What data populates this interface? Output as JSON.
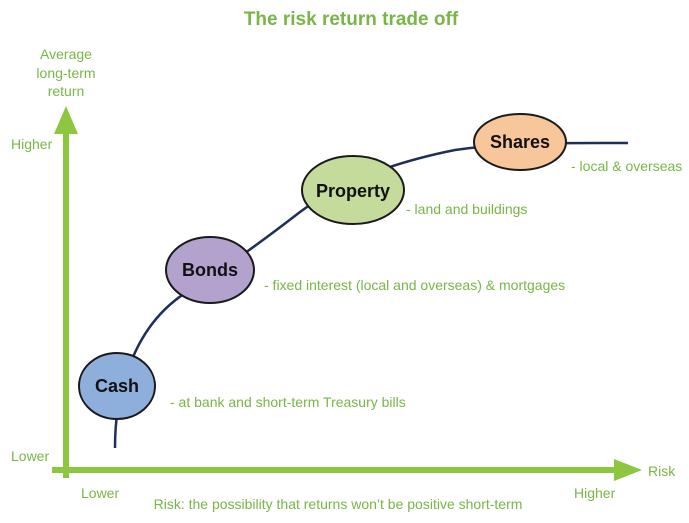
{
  "title": "The risk return trade off",
  "colors": {
    "accent_green": "#8DC63F",
    "text_green": "#7AB547",
    "curve": "#1F2F5A",
    "outline": "#1A1A1A",
    "cash_fill": "#8EAEDC",
    "bonds_fill": "#B3A2CE",
    "property_fill": "#C4DB9C",
    "shares_fill": "#F7C69A"
  },
  "y_axis": {
    "label_lines": [
      "Average",
      "long-term",
      "return"
    ],
    "higher": "Higher",
    "lower": "Lower"
  },
  "x_axis": {
    "label": "Risk",
    "lower": "Lower",
    "higher": "Higher",
    "caption": "Risk:  the possibility that returns won’t be positive short-term"
  },
  "nodes": [
    {
      "id": "cash",
      "label": "Cash",
      "description": "- at bank and short-term Treasury bills"
    },
    {
      "id": "bonds",
      "label": "Bonds",
      "description": "- fixed interest (local and overseas) & mortgages"
    },
    {
      "id": "property",
      "label": "Property",
      "description": "- land and buildings"
    },
    {
      "id": "shares",
      "label": "Shares",
      "description": "- local & overseas"
    }
  ]
}
